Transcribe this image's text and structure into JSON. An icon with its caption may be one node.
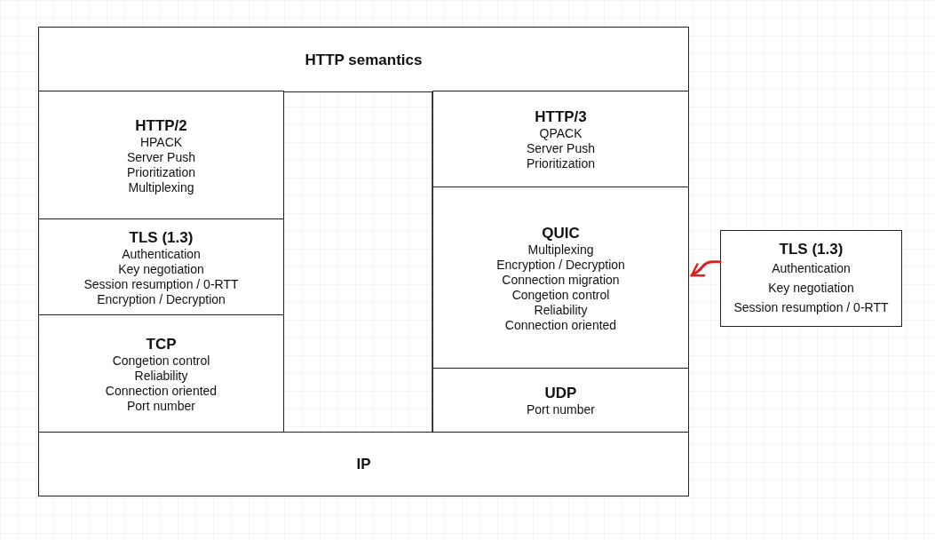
{
  "diagram": {
    "nodes": [
      {
        "text": [
          "HTTP semantics"
        ]
      },
      {
        "text": [
          "HTTP/2",
          "HPACK",
          "Server Push",
          "Prioritization",
          "Multiplexing"
        ]
      },
      {
        "text": [
          "TLS (1.3)",
          "Authentication",
          "Key negotiation",
          "Session resumption / 0-RTT",
          "Encryption / Decryption"
        ]
      },
      {
        "text": [
          "TCP",
          "Congetion control",
          "Reliability",
          "Connection oriented",
          "Port number"
        ]
      },
      {
        "text": [
          "HTTP/3",
          "QPACK",
          "Server Push",
          "Prioritization"
        ]
      },
      {
        "text": [
          "QUIC",
          "Multiplexing",
          "Encryption / Decryption",
          "Connection migration",
          "Congetion control",
          "Reliability",
          "Connection oriented"
        ]
      },
      {
        "text": [
          "UDP",
          "Port number"
        ]
      },
      {
        "text": [
          "IP"
        ]
      },
      {
        "text": [
          "TLS (1.3)",
          "Authentication",
          "Key negotiation",
          "Session resumption / 0-RTT"
        ]
      }
    ],
    "edges": [
      {
        "from": 8,
        "to": 5,
        "arrow": "to",
        "color": "#e02020"
      }
    ]
  }
}
